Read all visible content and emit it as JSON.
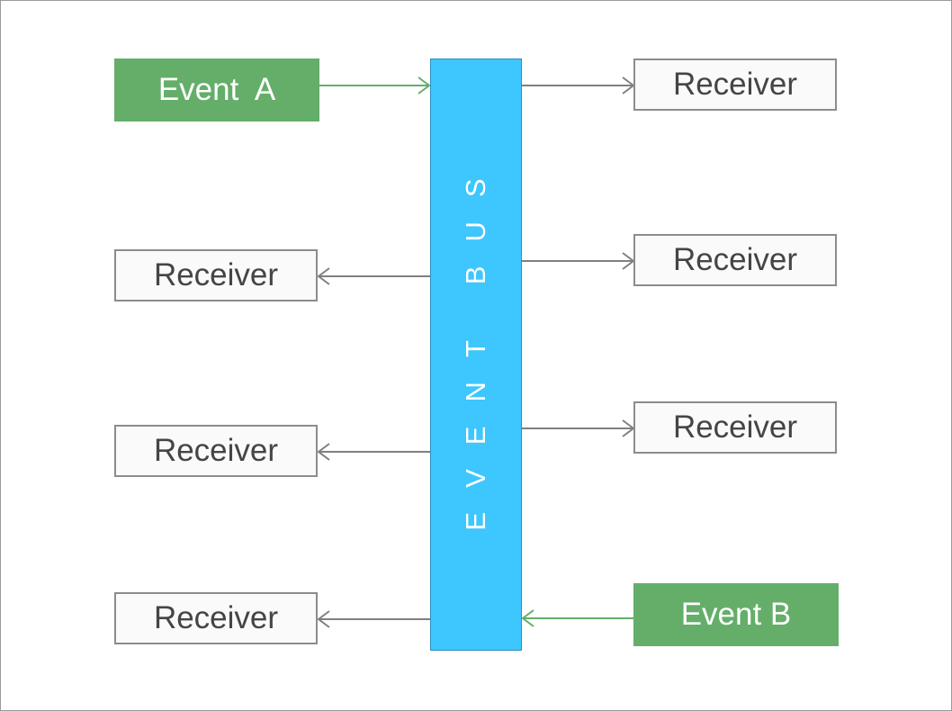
{
  "diagram": {
    "bus_label": "EVENT BUS",
    "event_a": "Event  A",
    "event_b": "Event B",
    "receivers": {
      "right_1": "Receiver",
      "right_2": "Receiver",
      "right_3": "Receiver",
      "left_1": "Receiver",
      "left_2": "Receiver",
      "left_3": "Receiver"
    },
    "colors": {
      "bus": "#3ec6fe",
      "event": "#64ae6a",
      "receiver_border": "#8c8c8c",
      "event_arrow": "#64ae6a",
      "receiver_arrow": "#808080"
    }
  }
}
